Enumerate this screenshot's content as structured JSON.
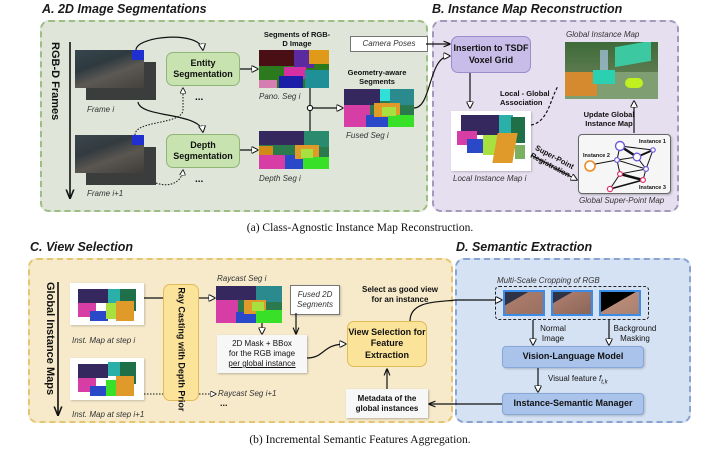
{
  "sections": {
    "a": {
      "title": "A. 2D Image Segmentations",
      "axis_label": "RGB-D Frames",
      "frame_i": "Frame i",
      "frame_i1": "Frame i+1",
      "entity_seg": "Entity Segmentation",
      "depth_seg": "Depth Segmentation",
      "ellipsis": "...",
      "segments_header": "Segments of RGB-D Image",
      "pano_seg": "Pano. Seg i",
      "depth_seg_label": "Depth Seg i",
      "geo_header": "Geometry-aware Segments",
      "fused_seg": "Fused Seg i",
      "camera_poses": "Camera Poses"
    },
    "b": {
      "title": "B. Instance Map Reconstruction",
      "insertion": "Insertion to TSDF Voxel Grid",
      "global_map": "Global Instance Map",
      "local_global": "Local - Global Association",
      "update_global": "Update Global Instance Map",
      "local_map": "Local Instance Map i",
      "super_point_reg": "Super-Point Registration",
      "global_sp_map": "Global Super-Point Map",
      "instance1": "Instance 1",
      "instance2": "Instance 2",
      "instance3": "Instance 3"
    },
    "c": {
      "title": "C. View Selection",
      "axis_label": "Global Instance Maps",
      "inst_map_i": "Inst. Map at step i",
      "inst_map_i1": "Inst. Map at step i+1",
      "ray_casting": "Ray Casting with Depth Prior",
      "raycast_i": "Raycast Seg i",
      "raycast_i1": "Raycast Seg i+1",
      "ellipsis": "...",
      "fused_2d": "Fused 2D Segments",
      "mask_line1": "2D Mask + BBox",
      "mask_line2": "for the RGB image",
      "mask_line3": "per global instance",
      "view_sel": "View Selection for Feature Extraction",
      "select_good": "Select as good view for an instance",
      "metadata": "Metadata of the global instances"
    },
    "d": {
      "title": "D. Semantic Extraction",
      "multi_scale": "Multi-Scale Cropping of RGB",
      "normal_image": "Normal Image",
      "bg_masking": "Background Masking",
      "vlm": "Vision-Language Model",
      "visual_feature": "Visual feature",
      "visual_feature_sym": "f",
      "visual_feature_sub": "t,k",
      "ism": "Instance-Semantic Manager"
    }
  },
  "captions": {
    "a": "(a) Class-Agnostic Instance Map Reconstruction.",
    "b": "(b) Incremental Semantic Features Aggregation."
  },
  "colors": {
    "panel_a_bg": "#dfe5d9",
    "panel_a_border": "#93b67c",
    "panel_b_bg": "#e6dff0",
    "panel_b_border": "#a599ba",
    "panel_c_bg": "#f6eacb",
    "panel_c_border": "#e2c46e",
    "panel_d_bg": "#d5e2f4",
    "panel_d_border": "#8aa3cf",
    "green_box": "#c8e3b0",
    "purple_box": "#c7bde8",
    "yellow_box": "#fbe39a",
    "blue_box": "#a9c3ea",
    "instance_blue": "#6a5ae0",
    "instance_orange": "#f08a24",
    "instance_pink": "#e2336f"
  }
}
